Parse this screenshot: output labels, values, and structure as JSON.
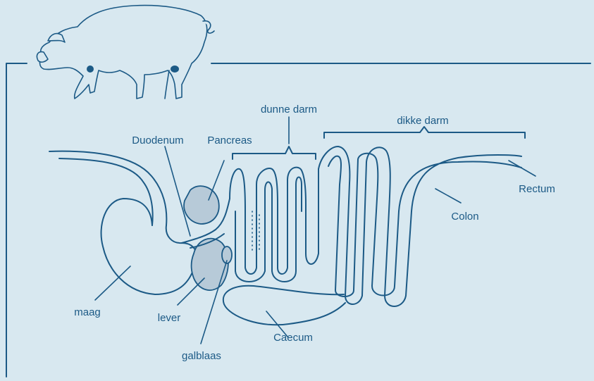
{
  "colors": {
    "background": "#d8e8f0",
    "ink": "#1c5a86",
    "organ_fill": "#b7cad8"
  },
  "icons": [
    "pig-illustration"
  ],
  "labels": {
    "dunne_darm": "dunne darm",
    "dikke_darm": "dikke darm",
    "duodenum": "Duodenum",
    "pancreas": "Pancreas",
    "rectum": "Rectum",
    "colon": "Colon",
    "maag": "maag",
    "lever": "lever",
    "caecum": "Caecum",
    "galblaas": "galblaas"
  }
}
